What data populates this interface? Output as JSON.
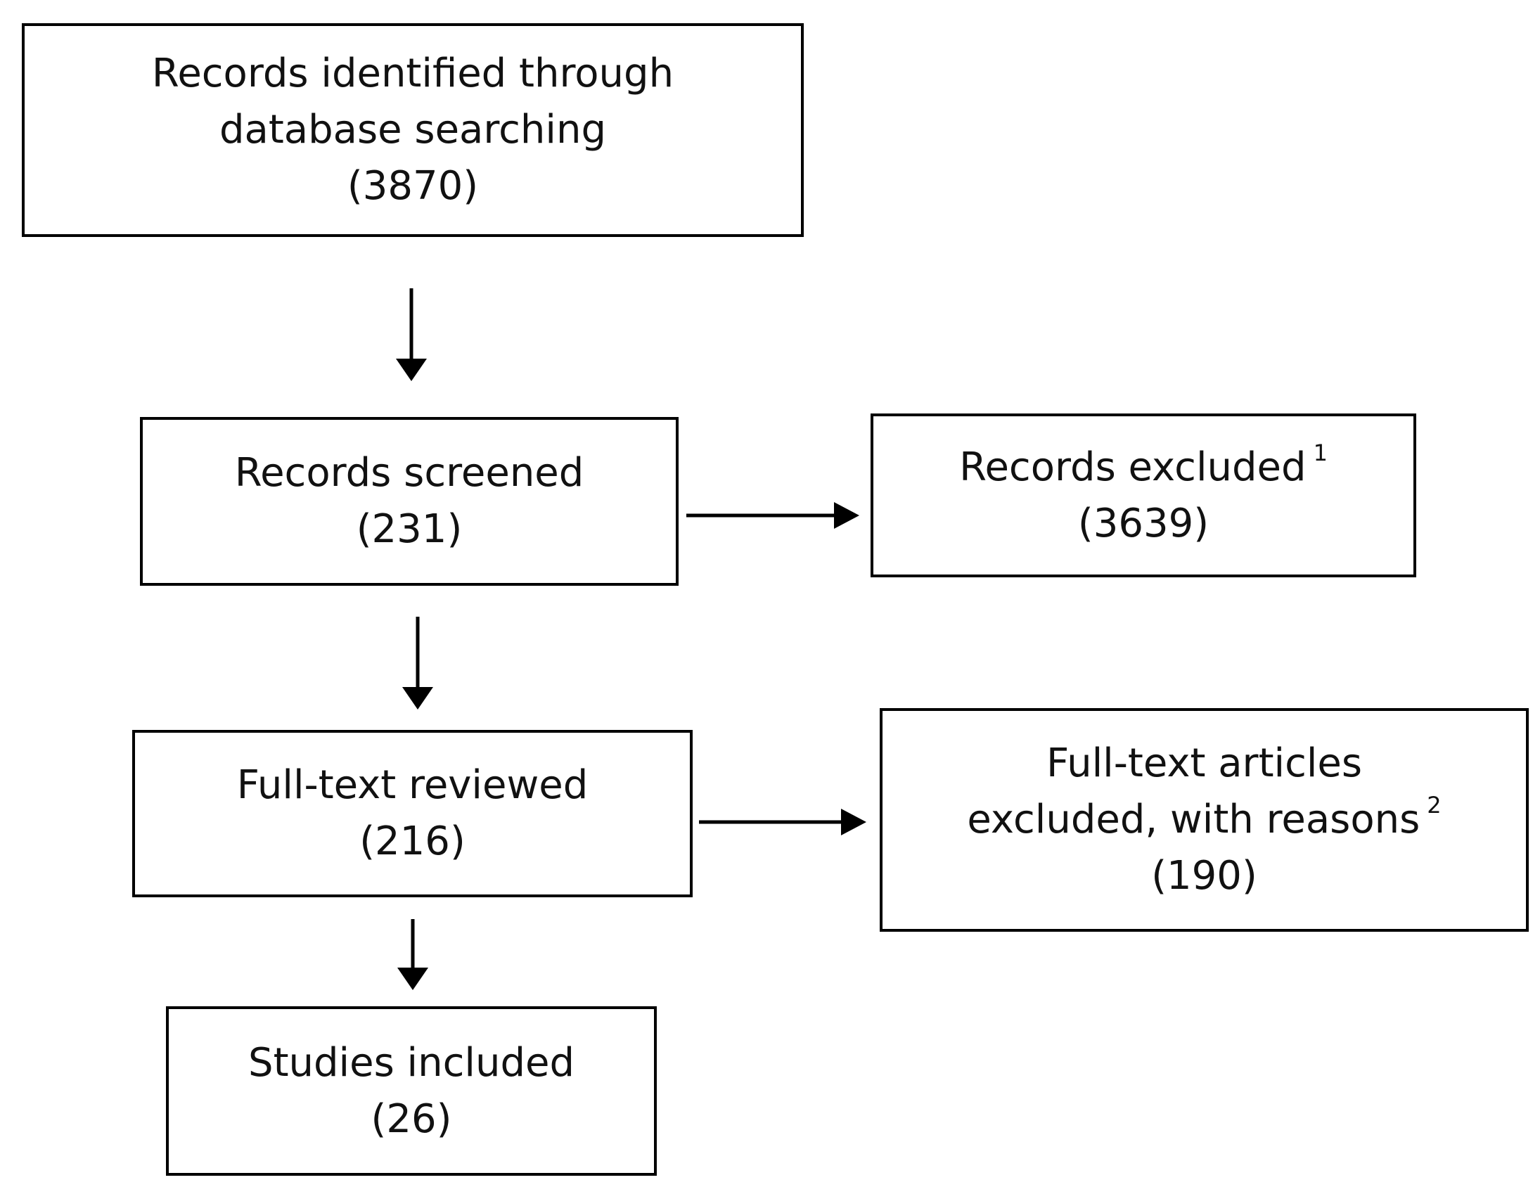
{
  "flowchart": {
    "identified": {
      "line1": "Records identified through",
      "line2": "database searching",
      "count": "(3870)"
    },
    "screened": {
      "line1": "Records screened",
      "count": "(231)"
    },
    "excluded": {
      "line1": "Records excluded",
      "footnote": "1",
      "count": "(3639)"
    },
    "fulltext": {
      "line1": "Full-text reviewed",
      "count": "(216)"
    },
    "fulltext_excluded": {
      "line1": "Full-text articles",
      "line2": "excluded, with reasons",
      "footnote": "2",
      "count": "(190)"
    },
    "included": {
      "line1": "Studies included",
      "count": "(26)"
    }
  }
}
